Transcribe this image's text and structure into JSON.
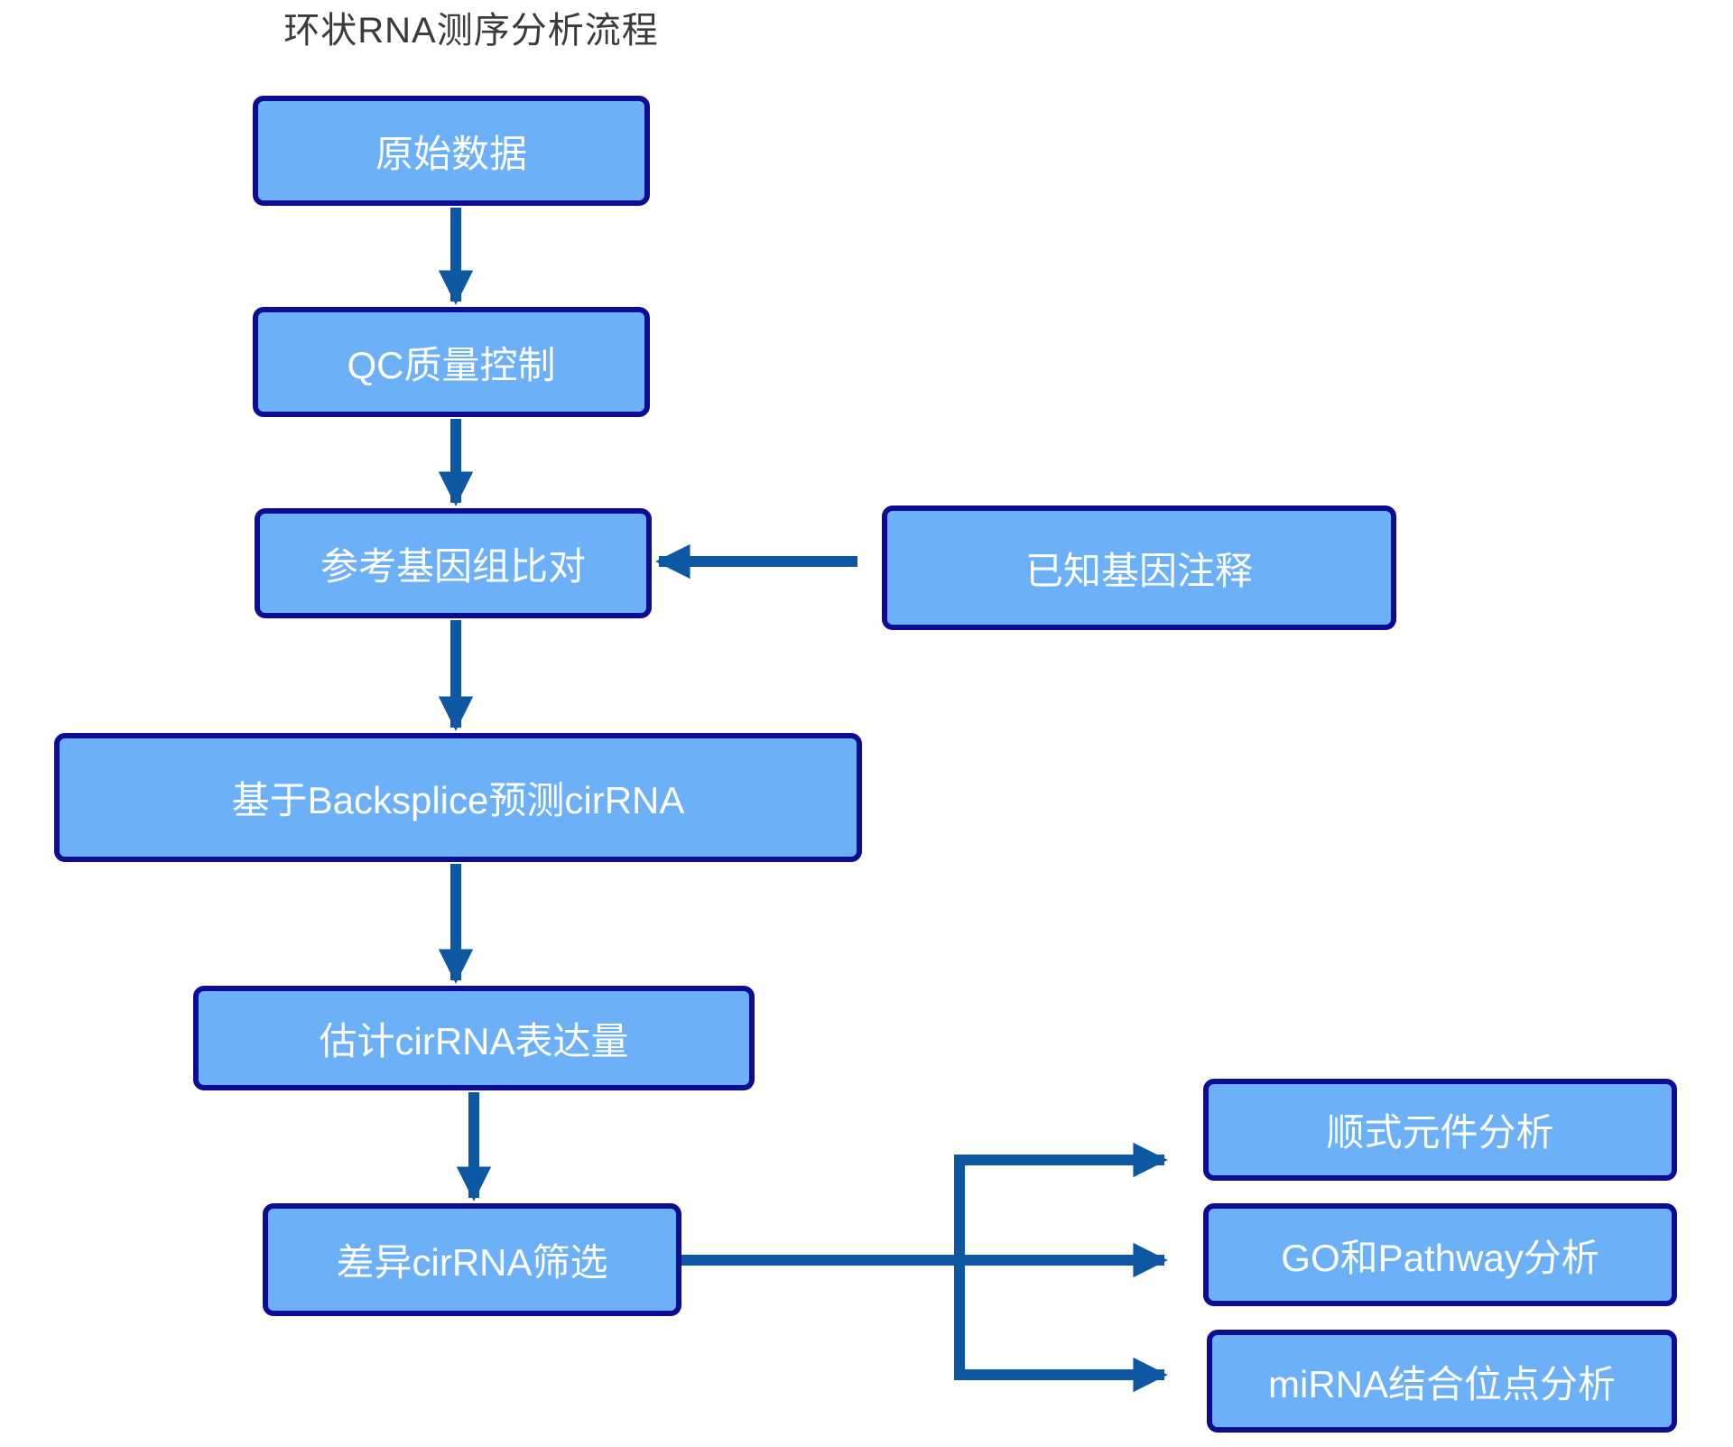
{
  "title": "环状RNA测序分析流程",
  "colors": {
    "background": "#FFFFFF",
    "node_fill": "#6CB0F8",
    "node_border": "#0D0D94",
    "node_text": "#FFFFFF",
    "arrow": "#0E57A3",
    "title_text": "#3B3B3B"
  },
  "nodes": [
    {
      "id": "raw-data",
      "label": "原始数据"
    },
    {
      "id": "qc-quality-control",
      "label": "QC质量控制"
    },
    {
      "id": "reference-genome-alignment",
      "label": "参考基因组比对"
    },
    {
      "id": "known-gene-annotation",
      "label": "已知基因注释"
    },
    {
      "id": "backsplice-prediction",
      "label": "基于Backsplice预测cirRNA"
    },
    {
      "id": "expression-estimation",
      "label": "估计cirRNA表达量"
    },
    {
      "id": "differential-screening",
      "label": "差异cirRNA筛选"
    },
    {
      "id": "cis-element-analysis",
      "label": "顺式元件分析"
    },
    {
      "id": "go-pathway-analysis",
      "label": "GO和Pathway分析"
    },
    {
      "id": "mirna-binding-site-analysis",
      "label": "miRNA结合位点分析"
    }
  ],
  "edges": [
    {
      "from": "raw-data",
      "to": "qc-quality-control"
    },
    {
      "from": "qc-quality-control",
      "to": "reference-genome-alignment"
    },
    {
      "from": "known-gene-annotation",
      "to": "reference-genome-alignment"
    },
    {
      "from": "reference-genome-alignment",
      "to": "backsplice-prediction"
    },
    {
      "from": "backsplice-prediction",
      "to": "expression-estimation"
    },
    {
      "from": "expression-estimation",
      "to": "differential-screening"
    },
    {
      "from": "differential-screening",
      "to": "cis-element-analysis"
    },
    {
      "from": "differential-screening",
      "to": "go-pathway-analysis"
    },
    {
      "from": "differential-screening",
      "to": "mirna-binding-site-analysis"
    }
  ]
}
